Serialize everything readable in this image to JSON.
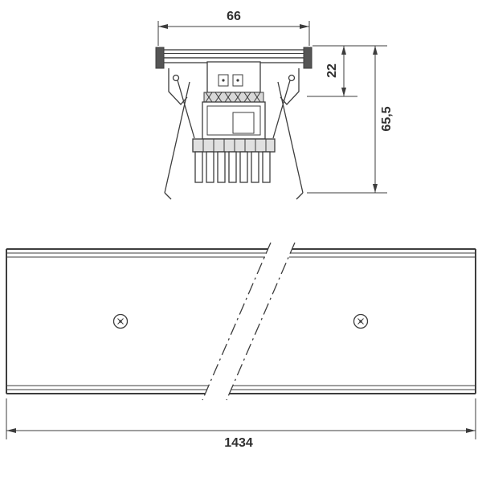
{
  "cross_section": {
    "width_label": "66",
    "depth_label": "22",
    "height_label": "65,5"
  },
  "plan_view": {
    "length_label": "1434"
  },
  "icons": {
    "screw": "screw-head-icon"
  },
  "colors": {
    "line": "#3d3d3d",
    "label_text": "#2f2f2f",
    "fill_light_gray": "#d8d8d8",
    "fill_mid_gray": "#e0e0e0",
    "fill_dark_gray": "#555555",
    "background": "#ffffff"
  }
}
